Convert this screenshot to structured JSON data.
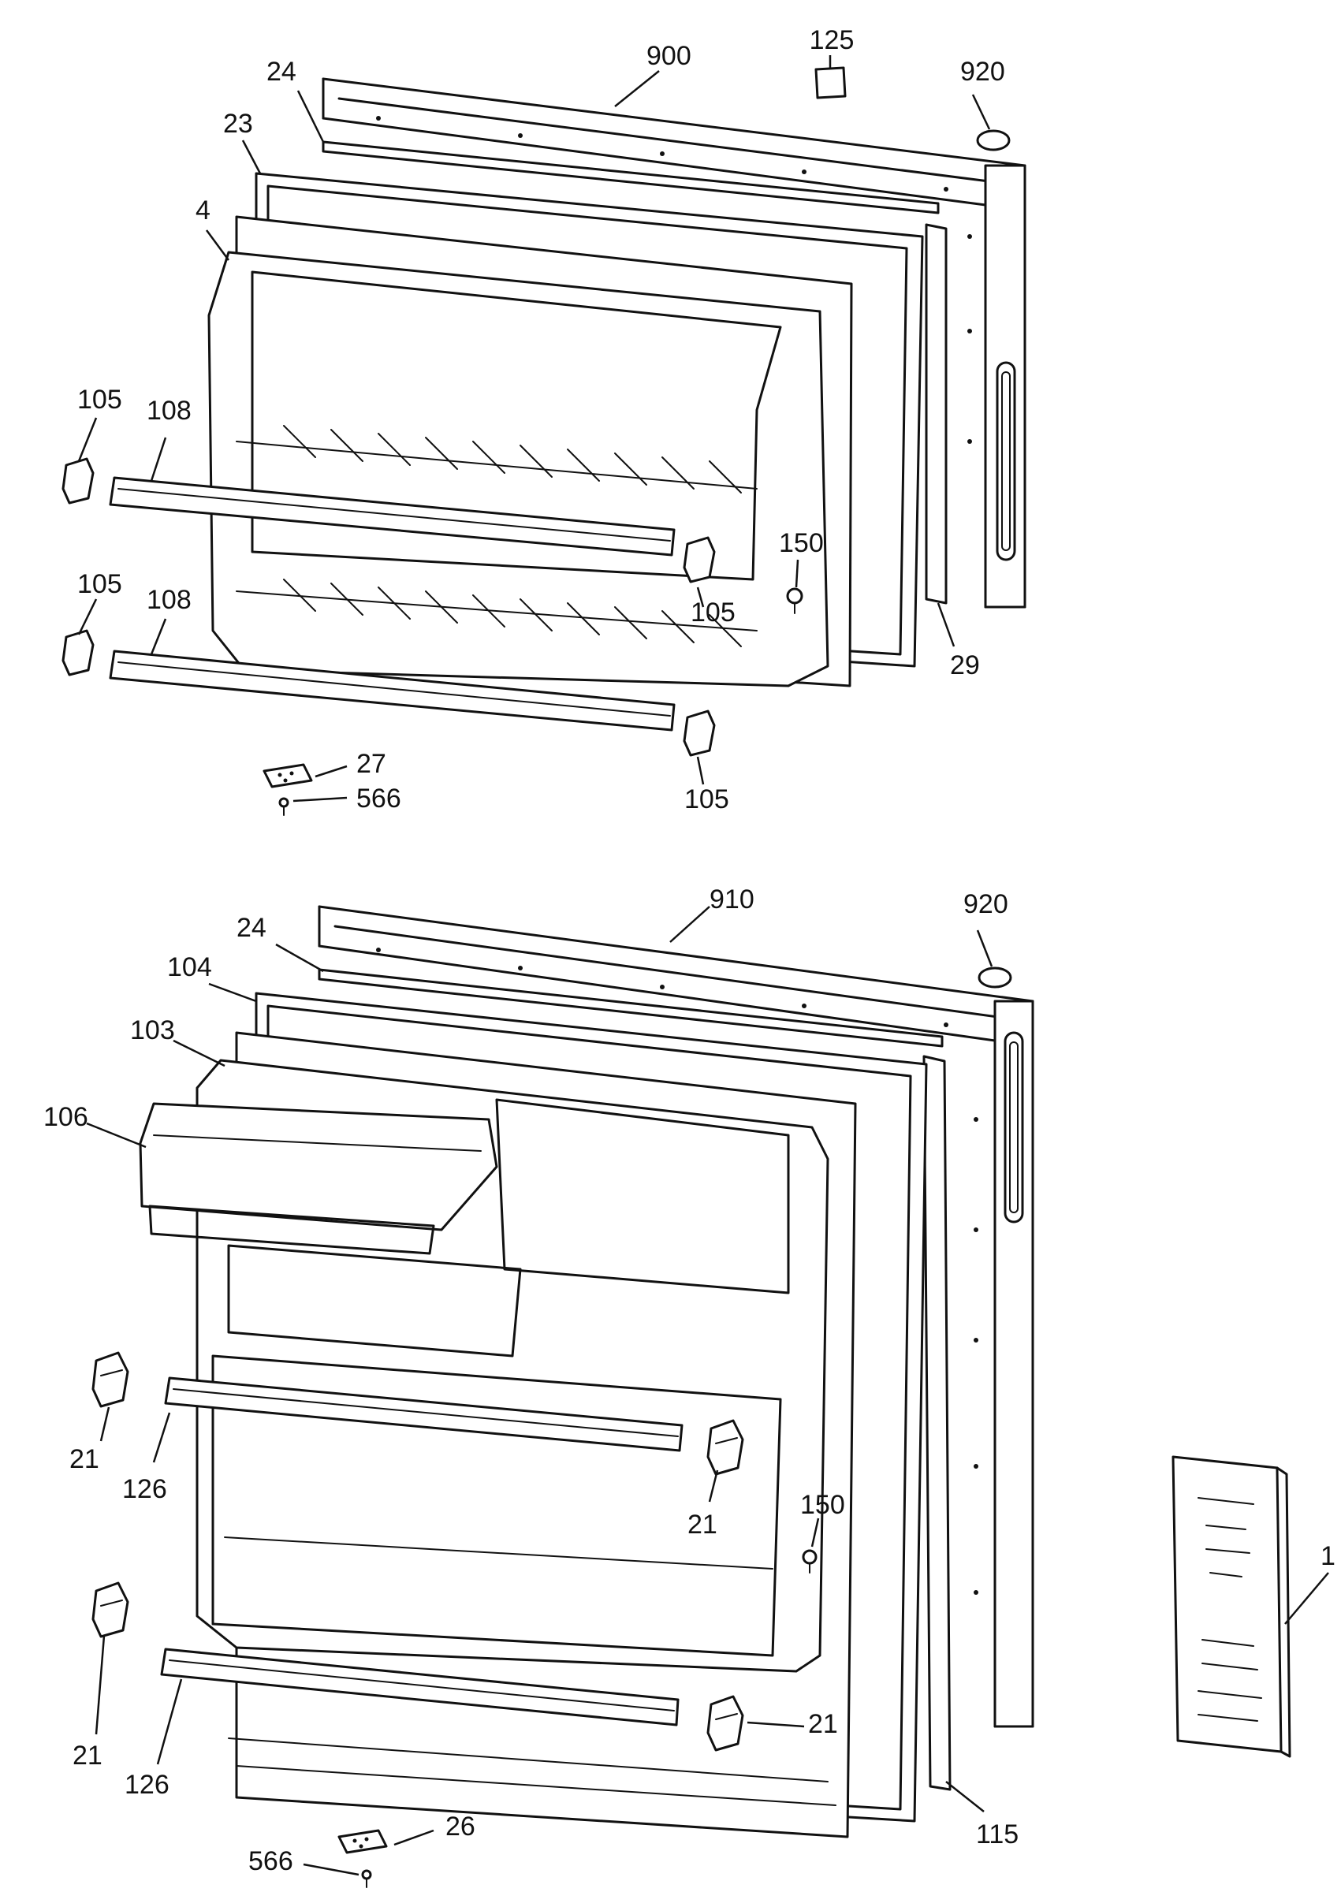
{
  "upper_door": {
    "labels": {
      "door_frame": "900",
      "pad": "125",
      "plug": "920",
      "top_trim": "24",
      "gasket": "23",
      "liner": "4",
      "shelf_bracket_left_1": "105",
      "shelf_rail_1": "108",
      "shelf_bracket_left_2": "105",
      "shelf_rail_2": "108",
      "shelf_bracket_right_1": "105",
      "shelf_bracket_right_2": "105",
      "stop": "150",
      "side_trim": "29",
      "hinge_plate": "27",
      "screw": "566"
    }
  },
  "lower_door": {
    "labels": {
      "door_frame": "910",
      "plug": "920",
      "top_trim": "24",
      "gasket": "104",
      "liner": "103",
      "dairy_door": "106",
      "bracket_left_1": "21",
      "rail_1": "126",
      "bracket_right_1": "21",
      "stop": "150",
      "bracket_left_2": "21",
      "rail_2": "126",
      "bracket_right_2": "21",
      "side_trim": "115",
      "hinge_plate": "26",
      "screw": "566"
    }
  },
  "manual": {
    "label": "1"
  }
}
